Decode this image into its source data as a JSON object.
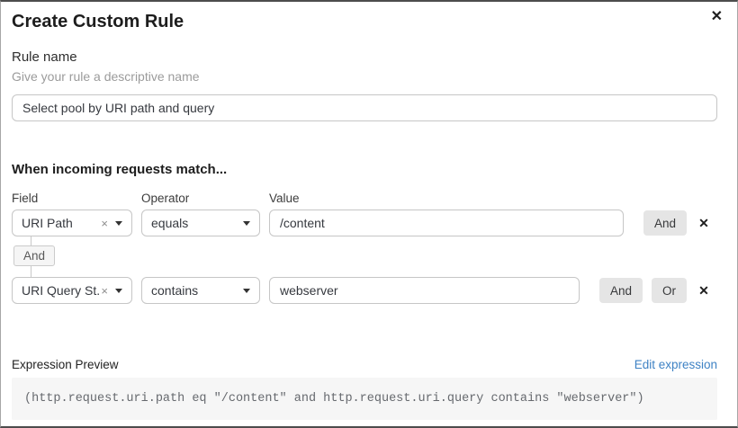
{
  "header": {
    "title": "Create Custom Rule",
    "close_icon": "✕"
  },
  "rule_name": {
    "label": "Rule name",
    "helper": "Give your rule a descriptive name",
    "value": "Select pool by URI path and query"
  },
  "match": {
    "heading": "When incoming requests match...",
    "col_field": "Field",
    "col_operator": "Operator",
    "col_value": "Value",
    "rows": [
      {
        "field": "URI Path",
        "clear_icon": "×",
        "operator": "equals",
        "value": "/content",
        "and_label": "And",
        "remove_icon": "✕"
      },
      {
        "field": "URI Query St...",
        "clear_icon": "×",
        "operator": "contains",
        "value": "webserver",
        "and_label": "And",
        "or_label": "Or",
        "remove_icon": "✕"
      }
    ],
    "connector_label": "And"
  },
  "expression": {
    "label": "Expression Preview",
    "edit_link": "Edit expression",
    "code": "(http.request.uri.path eq \"/content\" and http.request.uri.query contains \"webserver\")"
  },
  "colors": {
    "link_blue": "#3e82c4",
    "button_gray": "#e5e5e5",
    "code_bg": "#f6f6f6",
    "border_gray": "#c6c6c6"
  }
}
